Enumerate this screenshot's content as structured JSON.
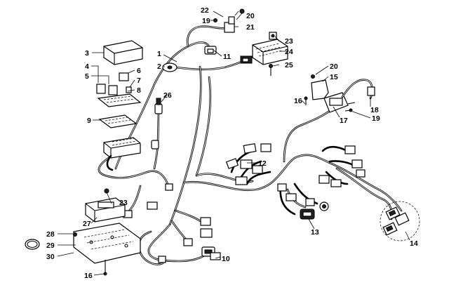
{
  "diagram": {
    "callouts": [
      {
        "id": "c1",
        "text": "1"
      },
      {
        "id": "c2",
        "text": "2"
      },
      {
        "id": "c3",
        "text": "3"
      },
      {
        "id": "c4",
        "text": "4"
      },
      {
        "id": "c5",
        "text": "5"
      },
      {
        "id": "c6",
        "text": "6"
      },
      {
        "id": "c7",
        "text": "7"
      },
      {
        "id": "c8",
        "text": "8"
      },
      {
        "id": "c9",
        "text": "9"
      },
      {
        "id": "c10",
        "text": "10"
      },
      {
        "id": "c11",
        "text": "11"
      },
      {
        "id": "c12",
        "text": "12"
      },
      {
        "id": "c13",
        "text": "13"
      },
      {
        "id": "c14",
        "text": "14"
      },
      {
        "id": "c15",
        "text": "15"
      },
      {
        "id": "c16a",
        "text": "16"
      },
      {
        "id": "c16b",
        "text": "16"
      },
      {
        "id": "c17",
        "text": "17"
      },
      {
        "id": "c18",
        "text": "18"
      },
      {
        "id": "c19a",
        "text": "19"
      },
      {
        "id": "c19b",
        "text": "19"
      },
      {
        "id": "c20a",
        "text": "20"
      },
      {
        "id": "c20b",
        "text": "20"
      },
      {
        "id": "c21",
        "text": "21"
      },
      {
        "id": "c22",
        "text": "22"
      },
      {
        "id": "c23a",
        "text": "23"
      },
      {
        "id": "c23b",
        "text": "23"
      },
      {
        "id": "c24",
        "text": "24"
      },
      {
        "id": "c25",
        "text": "25"
      },
      {
        "id": "c26",
        "text": "26"
      },
      {
        "id": "c27",
        "text": "27"
      },
      {
        "id": "c28",
        "text": "28"
      },
      {
        "id": "c29",
        "text": "29"
      },
      {
        "id": "c30",
        "text": "30"
      }
    ]
  }
}
